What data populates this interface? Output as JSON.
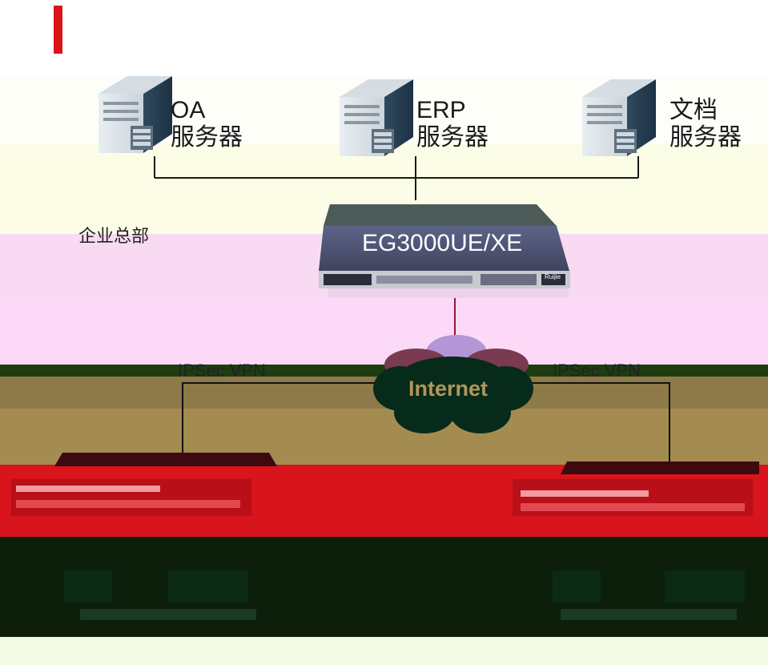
{
  "servers": [
    {
      "name": "OA",
      "role": "服务器"
    },
    {
      "name": "ERP",
      "role": "服务器"
    },
    {
      "name": "文档",
      "role": "服务器"
    }
  ],
  "headquarters": {
    "label": "企业总部"
  },
  "gateway": {
    "model": "EG3000UE/XE",
    "brand": "Ruijie"
  },
  "cloud": {
    "label": "Internet"
  },
  "vpn_links": [
    {
      "label": "IPSec VPN"
    },
    {
      "label": "IPSec VPN"
    }
  ],
  "colors": {
    "accent_red": "#d9141a",
    "gateway_body": "#4a4f6e",
    "cloud_fill": "#062d1c",
    "hq_band": "#f7d3f3",
    "olive_band": "#9a8147"
  }
}
